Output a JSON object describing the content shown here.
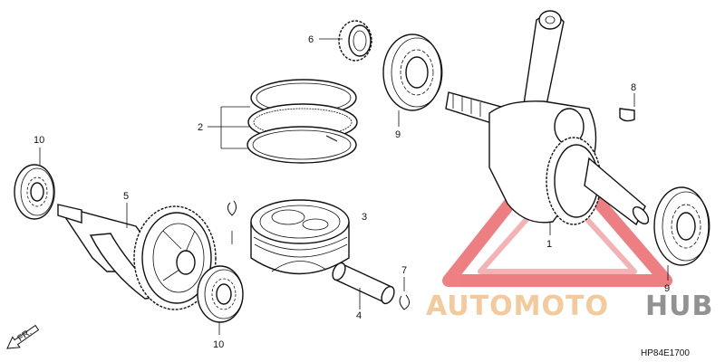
{
  "callouts": {
    "c1": "1",
    "c2": "2",
    "c3": "3",
    "c4": "4",
    "c5": "5",
    "c6": "6",
    "c7": "7",
    "c8": "8",
    "c9_top": "9",
    "c9_right": "9",
    "c10_left": "10",
    "c10_bottom": "10"
  },
  "front_marker": "FR.",
  "diagram_code": "HP84E1700",
  "watermark": {
    "part1": "AUTOMOTO",
    "part2": "HUB",
    "color1": "#f2c08a",
    "color2": "#7f7f7f",
    "triangle_color": "#e8555a"
  }
}
